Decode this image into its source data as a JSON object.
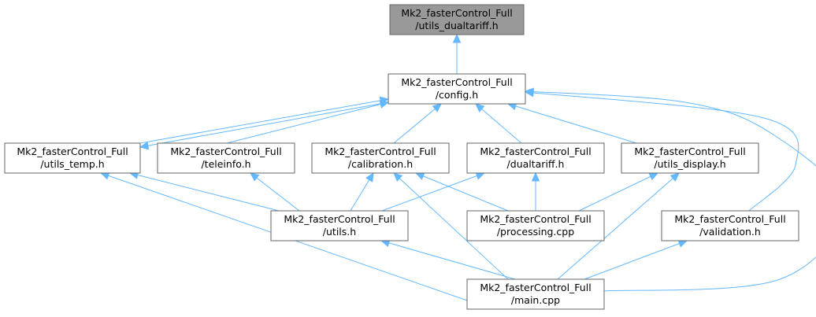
{
  "graph": {
    "nodes": [
      {
        "id": "utils_dualtariff_h",
        "line1": "Mk2_fasterControl_Full",
        "line2": "/utils_dualtariff.h",
        "highlighted": true
      },
      {
        "id": "config_h",
        "line1": "Mk2_fasterControl_Full",
        "line2": "/config.h"
      },
      {
        "id": "utils_temp_h",
        "line1": "Mk2_fasterControl_Full",
        "line2": "/utils_temp.h"
      },
      {
        "id": "teleinfo_h",
        "line1": "Mk2_fasterControl_Full",
        "line2": "/teleinfo.h"
      },
      {
        "id": "calibration_h",
        "line1": "Mk2_fasterControl_Full",
        "line2": "/calibration.h"
      },
      {
        "id": "dualtariff_h",
        "line1": "Mk2_fasterControl_Full",
        "line2": "/dualtariff.h"
      },
      {
        "id": "utils_display_h",
        "line1": "Mk2_fasterControl_Full",
        "line2": "/utils_display.h"
      },
      {
        "id": "utils_h",
        "line1": "Mk2_fasterControl_Full",
        "line2": "/utils.h"
      },
      {
        "id": "processing_cpp",
        "line1": "Mk2_fasterControl_Full",
        "line2": "/processing.cpp"
      },
      {
        "id": "validation_h",
        "line1": "Mk2_fasterControl_Full",
        "line2": "/validation.h"
      },
      {
        "id": "main_cpp",
        "line1": "Mk2_fasterControl_Full",
        "line2": "/main.cpp"
      }
    ],
    "edges": [
      {
        "from": "config_h",
        "to": "utils_dualtariff_h"
      },
      {
        "from": "utils_temp_h",
        "to": "config_h"
      },
      {
        "from": "teleinfo_h",
        "to": "config_h"
      },
      {
        "from": "calibration_h",
        "to": "config_h"
      },
      {
        "from": "dualtariff_h",
        "to": "config_h"
      },
      {
        "from": "utils_display_h",
        "to": "config_h"
      },
      {
        "from": "validation_h",
        "to": "config_h"
      },
      {
        "from": "main_cpp",
        "to": "config_h"
      },
      {
        "from": "config_h",
        "to": "utils_temp_h"
      },
      {
        "from": "utils_h",
        "to": "utils_temp_h"
      },
      {
        "from": "main_cpp",
        "to": "utils_temp_h"
      },
      {
        "from": "utils_h",
        "to": "teleinfo_h"
      },
      {
        "from": "utils_h",
        "to": "calibration_h"
      },
      {
        "from": "processing_cpp",
        "to": "calibration_h"
      },
      {
        "from": "main_cpp",
        "to": "calibration_h"
      },
      {
        "from": "utils_h",
        "to": "dualtariff_h"
      },
      {
        "from": "processing_cpp",
        "to": "dualtariff_h"
      },
      {
        "from": "processing_cpp",
        "to": "utils_display_h"
      },
      {
        "from": "main_cpp",
        "to": "utils_display_h"
      },
      {
        "from": "main_cpp",
        "to": "utils_h"
      },
      {
        "from": "main_cpp",
        "to": "validation_h"
      }
    ]
  },
  "colors": {
    "edge": "#63b8ff",
    "node_border": "#666666",
    "node_fill": "#ffffff",
    "highlight_fill": "#999999"
  }
}
